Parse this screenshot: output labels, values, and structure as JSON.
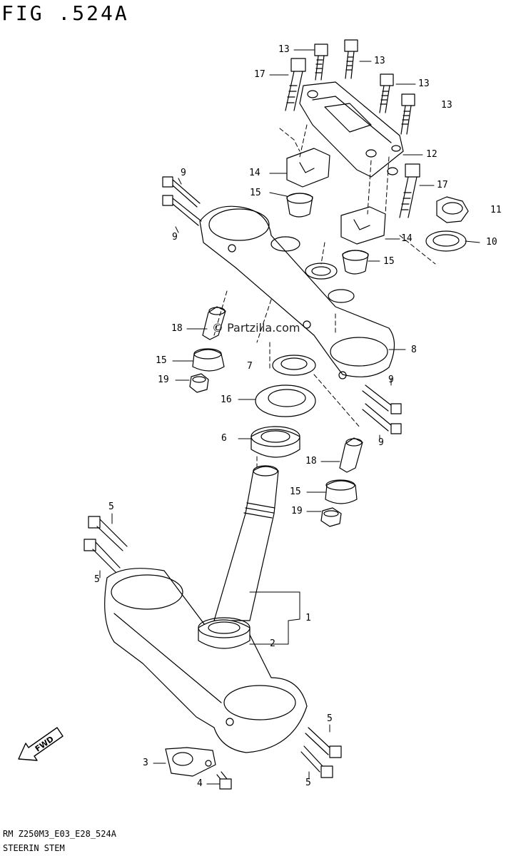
{
  "figure_title": "FIG .524A",
  "footer_code": "RM Z250M3_E03_E28_524A",
  "footer_title": "STEERIN STEM",
  "watermark": "© Partzilla.com",
  "fwd_label": "FWD",
  "callouts": {
    "c1": "1",
    "c2": "2",
    "c3": "3",
    "c4": "4",
    "c5a": "5",
    "c5b": "5",
    "c5c": "5",
    "c5d": "5",
    "c6": "6",
    "c7": "7",
    "c8": "8",
    "c9a": "9",
    "c9b": "9",
    "c9c": "9",
    "c9d": "9",
    "c10": "10",
    "c11": "11",
    "c12": "12",
    "c13a": "13",
    "c13b": "13",
    "c13c": "13",
    "c13d": "13",
    "c14a": "14",
    "c14b": "14",
    "c15a": "15",
    "c15b": "15",
    "c15c": "15",
    "c15d": "15",
    "c16": "16",
    "c17a": "17",
    "c17b": "17",
    "c18a": "18",
    "c18b": "18",
    "c19a": "19",
    "c19b": "19"
  },
  "colors": {
    "ink": "#000000",
    "paper": "#ffffff"
  }
}
